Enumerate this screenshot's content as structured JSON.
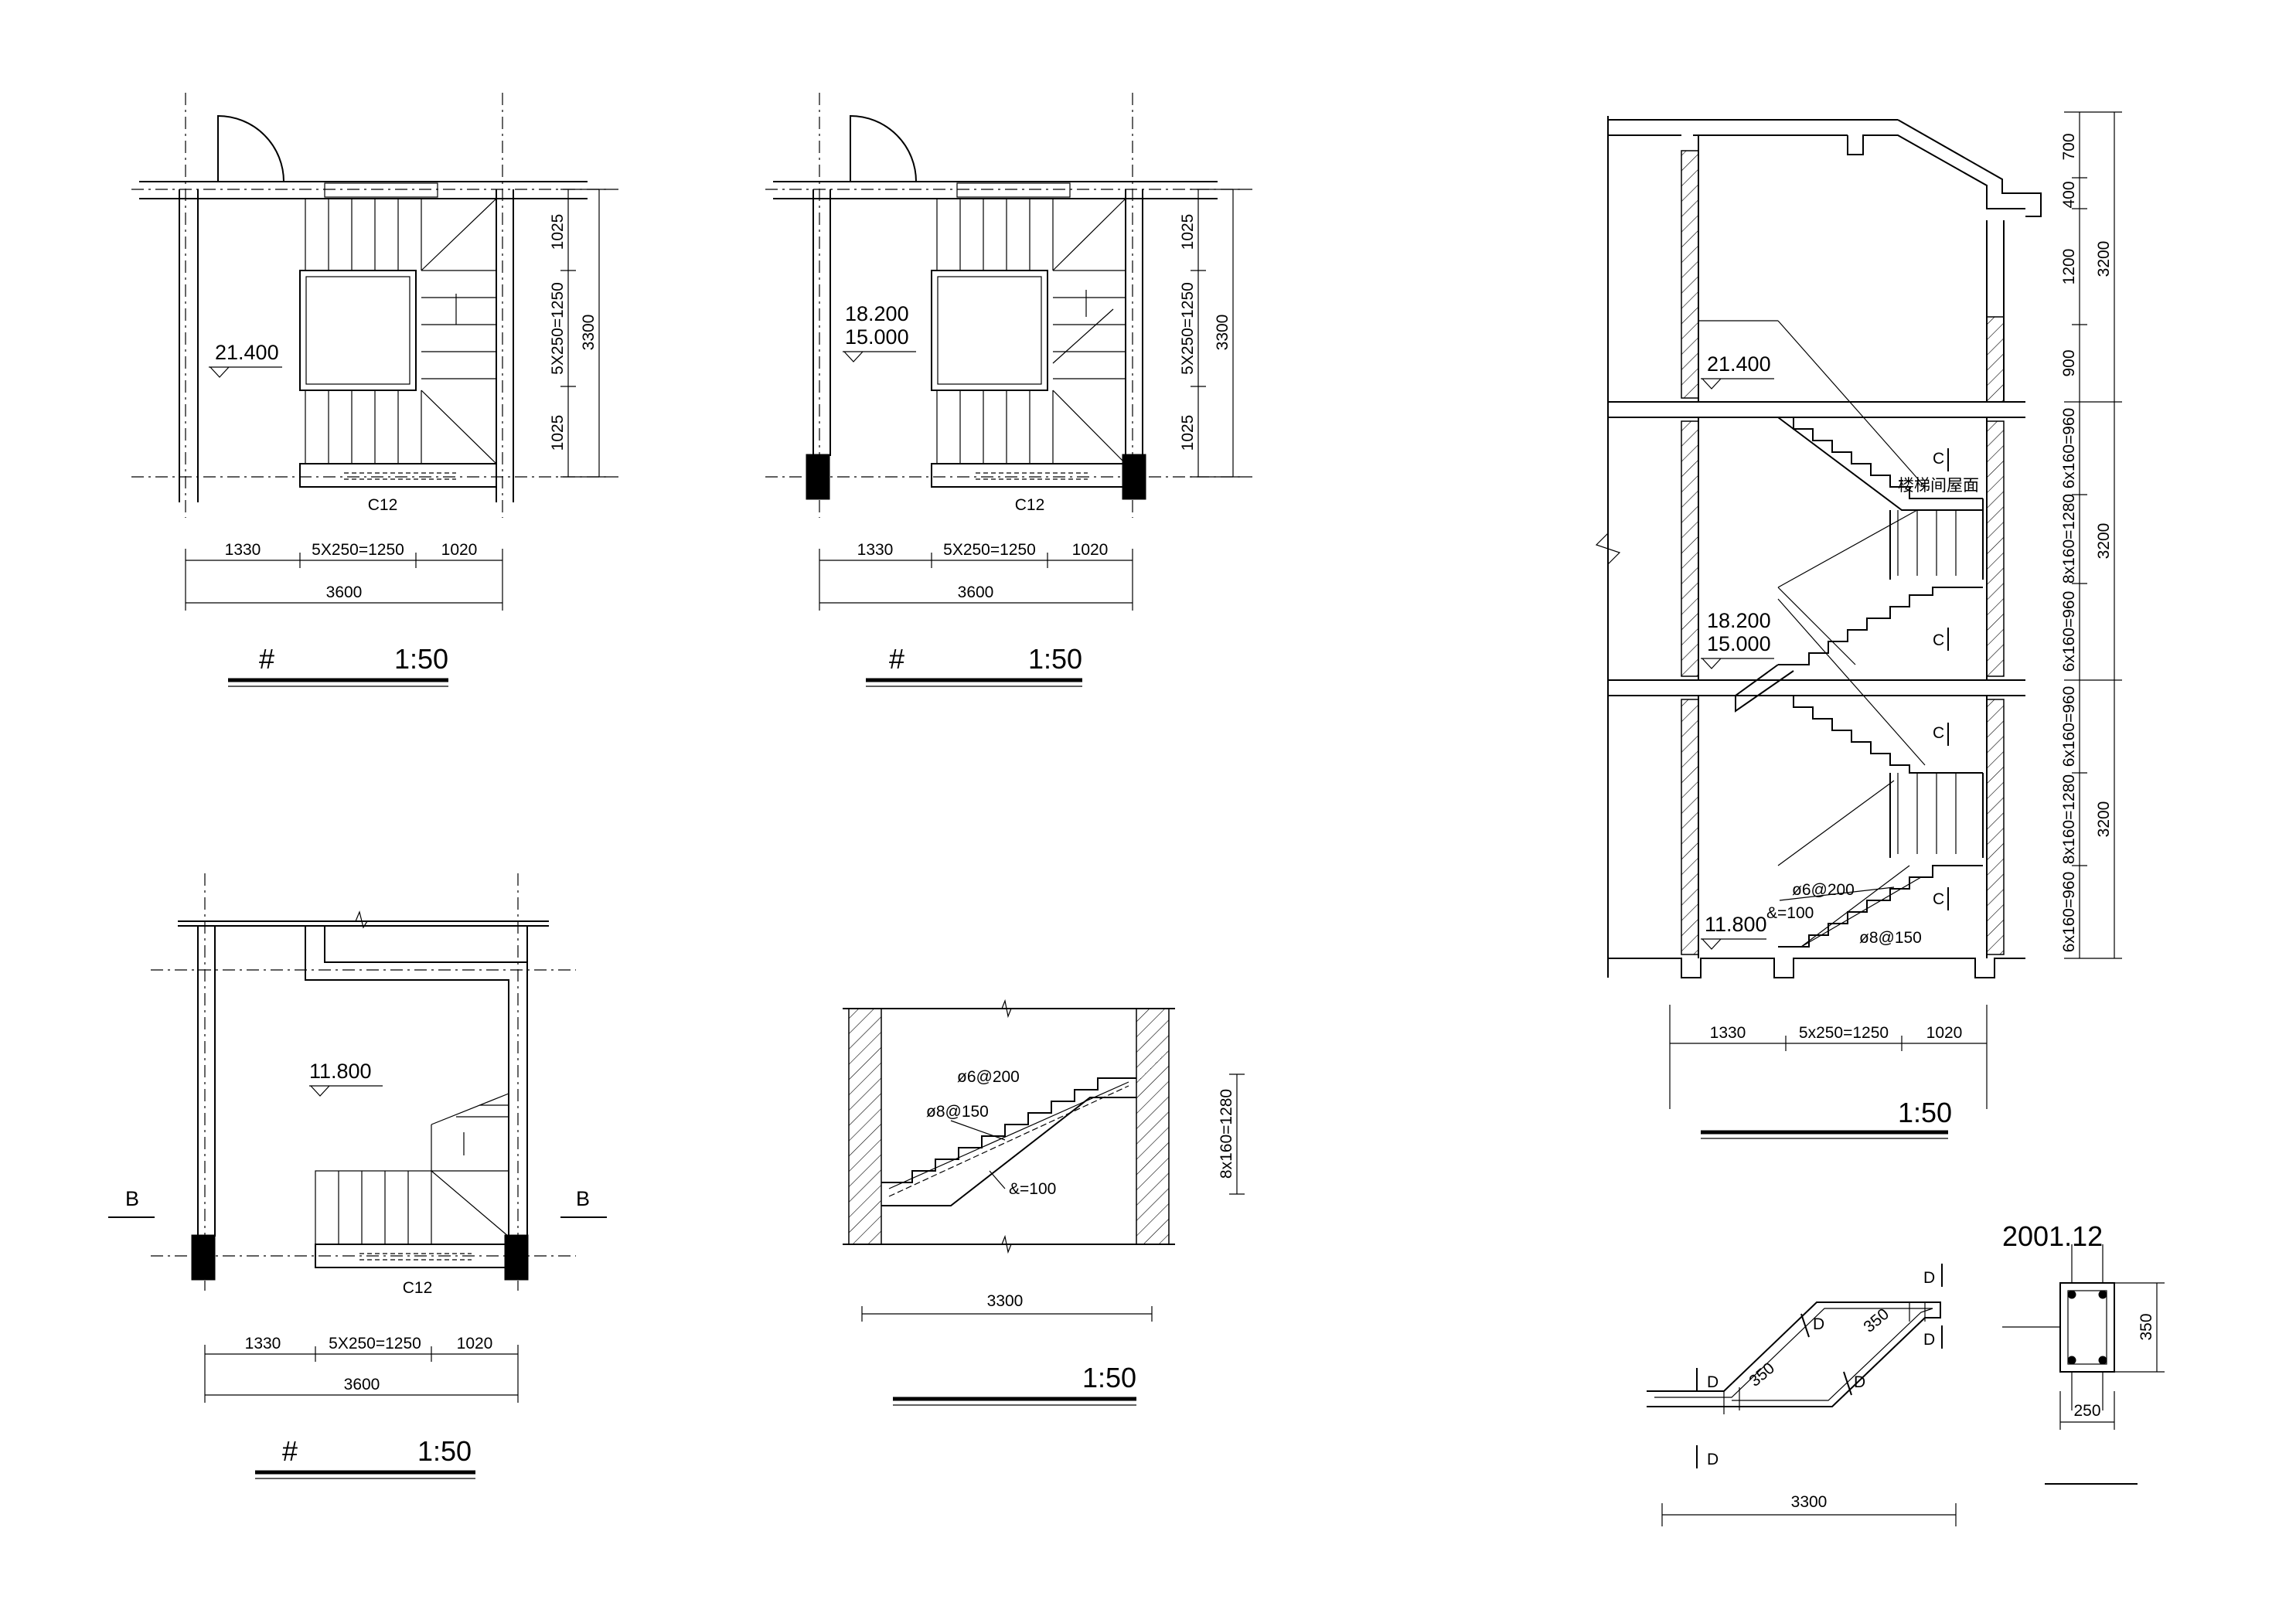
{
  "plans": {
    "top": {
      "level": "21.400",
      "dim_h": [
        "1330",
        "5X250=1250",
        "1020"
      ],
      "dim_total": "3600",
      "dim_v": [
        "1025",
        "5X250=1250",
        "1025"
      ],
      "dim_v_total": "3300",
      "beam": "C12",
      "title_mark": "#",
      "scale": "1:50"
    },
    "typical": {
      "level_1": "18.200",
      "level_2": "15.000",
      "dim_h": [
        "1330",
        "5X250=1250",
        "1020"
      ],
      "dim_total": "3600",
      "dim_v": [
        "1025",
        "5X250=1250",
        "1025"
      ],
      "dim_v_total": "3300",
      "beam": "C12",
      "title_mark": "#",
      "scale": "1:50"
    },
    "bottom": {
      "level": "11.800",
      "section_mark": "B",
      "dim_h": [
        "1330",
        "5X250=1250",
        "1020"
      ],
      "dim_total": "3600",
      "beam": "C12",
      "title_mark": "#",
      "scale": "1:50"
    }
  },
  "flight_detail": {
    "rebar_top": "ø6@200",
    "rebar_main": "ø8@150",
    "thickness": "&=100",
    "rise": "8x160=1280",
    "span": "3300",
    "scale": "1:50"
  },
  "section": {
    "levels": [
      "21.400",
      "18.200",
      "15.000",
      "11.800"
    ],
    "roof_label": "楼梯间屋面",
    "marker": "C",
    "rebar_top": "ø6@200",
    "thickness": "&=100",
    "rebar_main": "ø8@150",
    "dims_right_top": [
      "700",
      "400",
      "1200",
      "900"
    ],
    "dims_right_mid": [
      "6x160=960",
      "8x160=1280",
      "6x160=960"
    ],
    "dims_right_bot": [
      "6x160=960",
      "8x160=1280",
      "6x160=960"
    ],
    "totals": [
      "3200",
      "3200",
      "3200"
    ],
    "dim_h": [
      "1330",
      "5x250=1250",
      "1020"
    ],
    "scale": "1:50"
  },
  "beam_detail": {
    "marker": "D",
    "dim_a": "350",
    "dim_b": "350",
    "span": "3300"
  },
  "column_detail": {
    "date": "2001.12",
    "height": "350",
    "width": "250"
  }
}
